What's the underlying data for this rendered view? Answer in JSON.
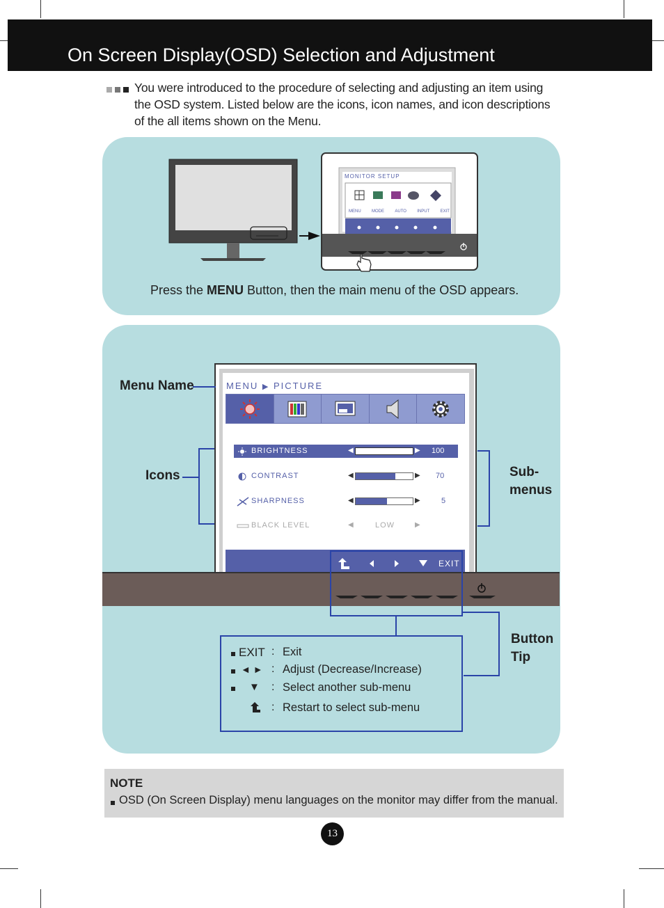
{
  "header": {
    "title": "On Screen Display(OSD) Selection and Adjustment"
  },
  "intro": {
    "text": "You were introduced to the procedure of selecting and adjusting an item using the OSD system. Listed below are the icons, icon names, and icon descriptions of the all items shown on the Menu."
  },
  "top_panel": {
    "caption_pre": "Press the ",
    "caption_bold": "MENU",
    "caption_post": " Button, then the main menu of the OSD appears.",
    "osd": {
      "title": "MONITOR SETUP",
      "items": [
        "MENU",
        "MODE",
        "AUTO",
        "INPUT",
        "EXIT"
      ]
    }
  },
  "main_panel": {
    "labels": {
      "menu_name": "Menu Name",
      "icons": "Icons",
      "submenus_1": "Sub-",
      "submenus_2": "menus",
      "button_tip_1": "Button",
      "button_tip_2": "Tip"
    },
    "osd": {
      "breadcrumb_menu": "MENU",
      "breadcrumb_current": "PICTURE",
      "submenus": [
        {
          "label": "BRIGHTNESS",
          "value": "100",
          "level": 100
        },
        {
          "label": "CONTRAST",
          "value": "70",
          "level": 70
        },
        {
          "label": "SHARPNESS",
          "value": "5",
          "level": 55
        },
        {
          "label": "BLACK LEVEL",
          "value": "LOW"
        }
      ],
      "footer_exit": "EXIT"
    },
    "tips": [
      {
        "key": "EXIT",
        "sep": ":",
        "desc": "Exit"
      },
      {
        "key": "◄ ►",
        "sep": ":",
        "desc": "Adjust (Decrease/Increase)"
      },
      {
        "key": "▼",
        "sep": ":",
        "desc": "Select another sub-menu"
      },
      {
        "key": "",
        "sep": ":",
        "desc": "Restart to select sub-menu"
      }
    ]
  },
  "note": {
    "title": "NOTE",
    "text": "OSD (On Screen Display) menu languages on the monitor may differ from the manual."
  },
  "page_number": "13",
  "colors": {
    "panel": "#b7dde0",
    "osd_blue": "#5560a8",
    "accent_blue": "#2a44a8",
    "header": "#111111"
  }
}
